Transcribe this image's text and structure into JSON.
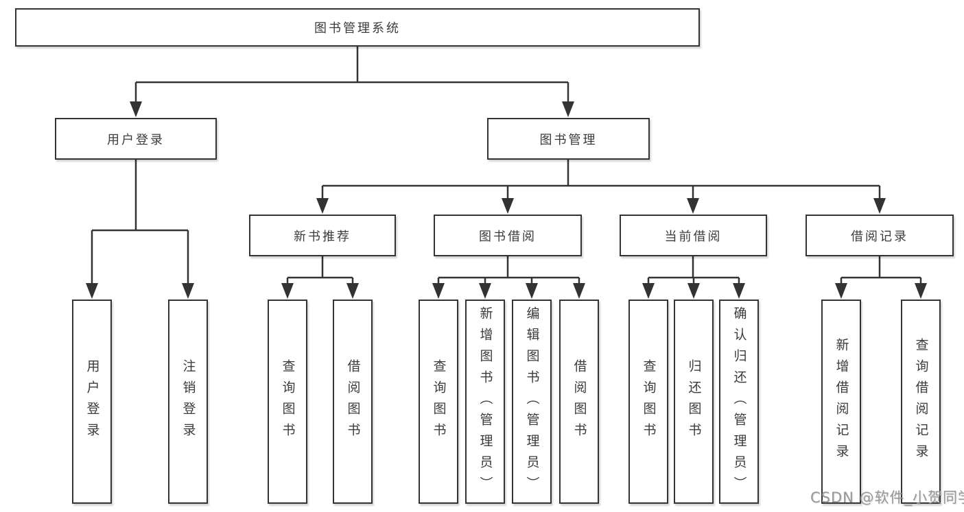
{
  "tree": {
    "root": {
      "label": "图书管理系统"
    },
    "user_login_branch": {
      "label": "用户登录",
      "children": [
        {
          "label": "用户登录"
        },
        {
          "label": "注销登录"
        }
      ]
    },
    "book_mgmt_branch": {
      "label": "图书管理",
      "sections": [
        {
          "label": "新书推荐",
          "children": [
            {
              "label": "查询图书"
            },
            {
              "label": "借阅图书"
            }
          ]
        },
        {
          "label": "图书借阅",
          "children": [
            {
              "label": "查询图书"
            },
            {
              "label": "新增图书（管理员）"
            },
            {
              "label": "编辑图书（管理员）"
            },
            {
              "label": "借阅图书"
            }
          ]
        },
        {
          "label": "当前借阅",
          "children": [
            {
              "label": "查询图书"
            },
            {
              "label": "归还图书"
            },
            {
              "label": "确认归还（管理员）"
            }
          ]
        },
        {
          "label": "借阅记录",
          "children": [
            {
              "label": "新增借阅记录"
            },
            {
              "label": "查询借阅记录"
            }
          ]
        }
      ]
    }
  },
  "watermark": {
    "text": "CSDN @软件_小贺同学"
  },
  "colors": {
    "line": "#333333",
    "box_border": "#333333",
    "text": "#3b3b3b",
    "watermark": "#949494",
    "background": "#ffffff"
  }
}
